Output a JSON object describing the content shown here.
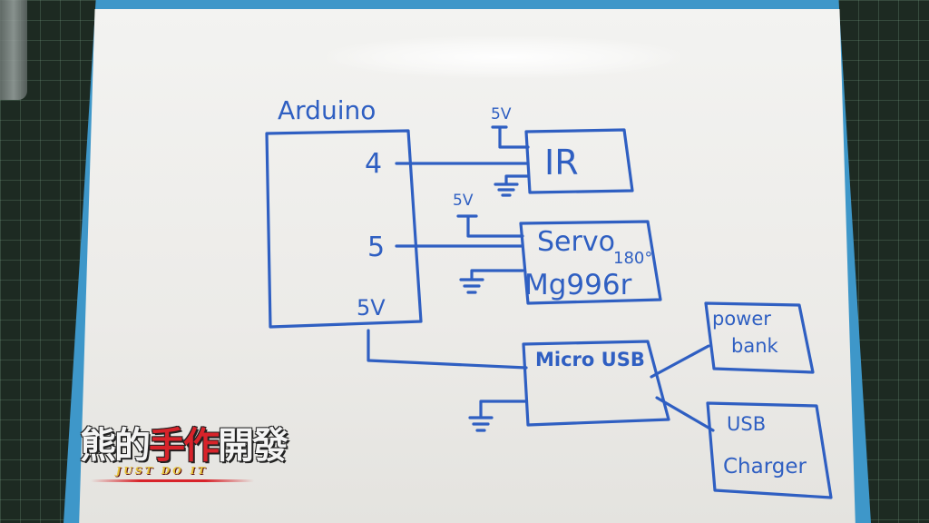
{
  "diagram": {
    "title": "Arduino",
    "pins": {
      "pin4": "4",
      "pin5": "5",
      "pin5v": "5V"
    },
    "power": {
      "ir_vcc": "5V",
      "servo_vcc": "5V"
    },
    "components": {
      "ir": "IR",
      "servo_line1": "Servo",
      "servo_angle": "180°",
      "servo_model": "Mg996r",
      "micro_usb": "Micro USB",
      "power_bank_line1": "power",
      "power_bank_line2": "bank",
      "usb_charger_line1": "USB",
      "usb_charger_line2": "Charger"
    },
    "ink_color": "#2f5fc2"
  },
  "watermark": {
    "title_white": "熊的",
    "title_red": "手作",
    "title_white2": "開發",
    "subtitle": "JUST DO IT"
  }
}
